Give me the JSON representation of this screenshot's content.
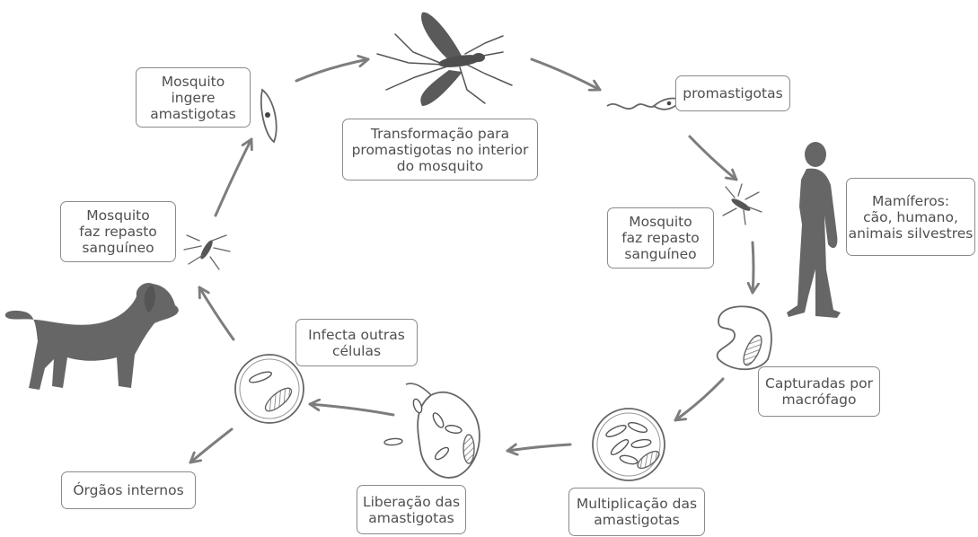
{
  "labels": {
    "mosquito_ingests": [
      "Mosquito",
      "ingere",
      "amastigotas"
    ],
    "transformation": [
      "Transformação para",
      "promastigotas no interior",
      "do mosquito"
    ],
    "promastigotes": [
      "promastigotas"
    ],
    "mammals": [
      "Mamíferos:",
      "cão, humano,",
      "animais silvestres"
    ],
    "blood_meal_right": [
      "Mosquito",
      "faz repasto",
      "sanguíneo"
    ],
    "blood_meal_left": [
      "Mosquito",
      "faz repasto",
      "sanguíneo"
    ],
    "captured": [
      "Capturadas por",
      "macrófago"
    ],
    "multiplication": [
      "Multiplicação das",
      "amastigotas"
    ],
    "release": [
      "Liberação das",
      "amastigotas"
    ],
    "infects": [
      "Infecta outras",
      "células"
    ],
    "organs": [
      "Órgãos internos"
    ]
  },
  "colors": {
    "stroke": "#7d7d7d",
    "silhouette": "#666666",
    "box_border": "#8a8a8a",
    "text": "#4f4f4f"
  }
}
